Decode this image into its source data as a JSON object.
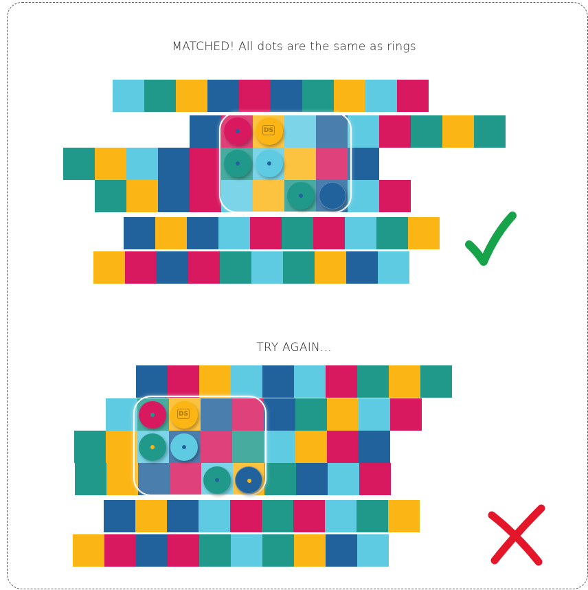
{
  "colors": {
    "cyan": "#5ECBE2",
    "teal": "#20998A",
    "yellow": "#FBB616",
    "navy": "#21629C",
    "magenta": "#D8195F",
    "check_green": "#17A34A",
    "cross_red": "#E3162A"
  },
  "top_example": {
    "caption": "MATCHED! All dots are the same as rings",
    "rows": [
      [
        "cyan",
        "teal",
        "yellow",
        "navy",
        "magenta",
        "navy",
        "teal",
        "yellow",
        "cyan",
        "magenta"
      ],
      [
        "navy",
        "magenta",
        "yellow",
        "cyan",
        "navy",
        "cyan",
        "magenta",
        "teal",
        "yellow",
        "teal"
      ],
      [
        "teal",
        "yellow",
        "cyan",
        "navy",
        "magenta",
        "teal",
        "cyan",
        "yellow",
        "magenta",
        "navy"
      ],
      [
        "teal",
        "yellow",
        "navy",
        "magenta",
        "cyan",
        "yellow",
        "teal",
        "navy",
        "cyan",
        "magenta"
      ],
      [
        "navy",
        "yellow",
        "navy",
        "cyan",
        "magenta",
        "teal",
        "magenta",
        "cyan",
        "teal",
        "yellow"
      ],
      [
        "yellow",
        "magenta",
        "navy",
        "magenta",
        "teal",
        "cyan",
        "teal",
        "yellow",
        "navy",
        "cyan"
      ]
    ],
    "discs": [
      {
        "color": "magenta",
        "hole": "navy"
      },
      {
        "color": "yellow",
        "hole": "navy",
        "label": "DS"
      },
      {
        "color": "teal",
        "hole": "navy"
      },
      {
        "color": "cyan",
        "hole": "navy"
      },
      {
        "color": "teal",
        "hole": "navy"
      },
      {
        "color": "navy",
        "hole": "navy"
      }
    ],
    "result": "check-mark"
  },
  "bottom_example": {
    "caption": "TRY AGAIN...",
    "rows": [
      [
        "navy",
        "magenta",
        "yellow",
        "cyan",
        "navy",
        "cyan",
        "magenta",
        "teal",
        "yellow",
        "teal"
      ],
      [
        "cyan",
        "teal",
        "yellow",
        "navy",
        "magenta",
        "navy",
        "teal",
        "yellow",
        "cyan",
        "magenta"
      ],
      [
        "teal",
        "yellow",
        "cyan",
        "navy",
        "magenta",
        "teal",
        "cyan",
        "yellow",
        "magenta",
        "navy"
      ],
      [
        "teal",
        "yellow",
        "navy",
        "magenta",
        "cyan",
        "yellow",
        "teal",
        "navy",
        "cyan",
        "magenta"
      ],
      [
        "navy",
        "yellow",
        "navy",
        "cyan",
        "magenta",
        "teal",
        "magenta",
        "cyan",
        "teal",
        "yellow"
      ],
      [
        "yellow",
        "magenta",
        "navy",
        "magenta",
        "teal",
        "cyan",
        "teal",
        "yellow",
        "navy",
        "cyan"
      ]
    ],
    "discs": [
      {
        "color": "magenta",
        "hole": "teal"
      },
      {
        "color": "yellow",
        "hole": "yellow",
        "label": "DS"
      },
      {
        "color": "teal",
        "hole": "yellow"
      },
      {
        "color": "cyan",
        "hole": "navy"
      },
      {
        "color": "teal",
        "hole": "navy"
      },
      {
        "color": "navy",
        "hole": "yellow"
      }
    ],
    "result": "cross-mark"
  }
}
